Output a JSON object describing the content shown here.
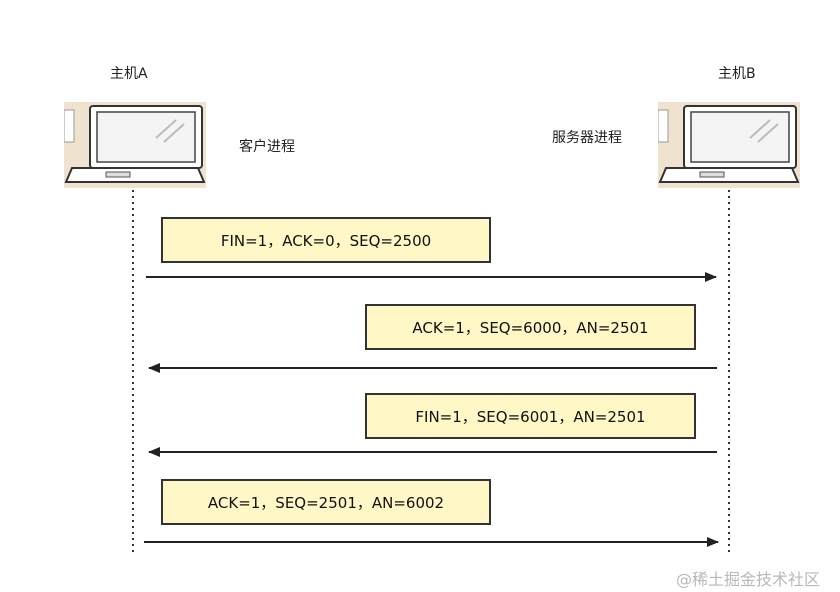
{
  "host_a": {
    "label": "主机A",
    "process": "客户进程"
  },
  "host_b": {
    "label": "主机B",
    "process": "服务器进程"
  },
  "messages": [
    {
      "text": "FIN=1，ACK=0，SEQ=2500",
      "direction": "A-to-B"
    },
    {
      "text": "ACK=1，SEQ=6000，AN=2501",
      "direction": "B-to-A"
    },
    {
      "text": "FIN=1，SEQ=6001，AN=2501",
      "direction": "B-to-A"
    },
    {
      "text": "ACK=1，SEQ=2501，AN=6002",
      "direction": "A-to-B"
    }
  ],
  "watermark": "@稀土掘金技术社区",
  "colors": {
    "box_fill": "#fff7c6",
    "border": "#333333",
    "laptop_screen": "#f4f4f4"
  }
}
